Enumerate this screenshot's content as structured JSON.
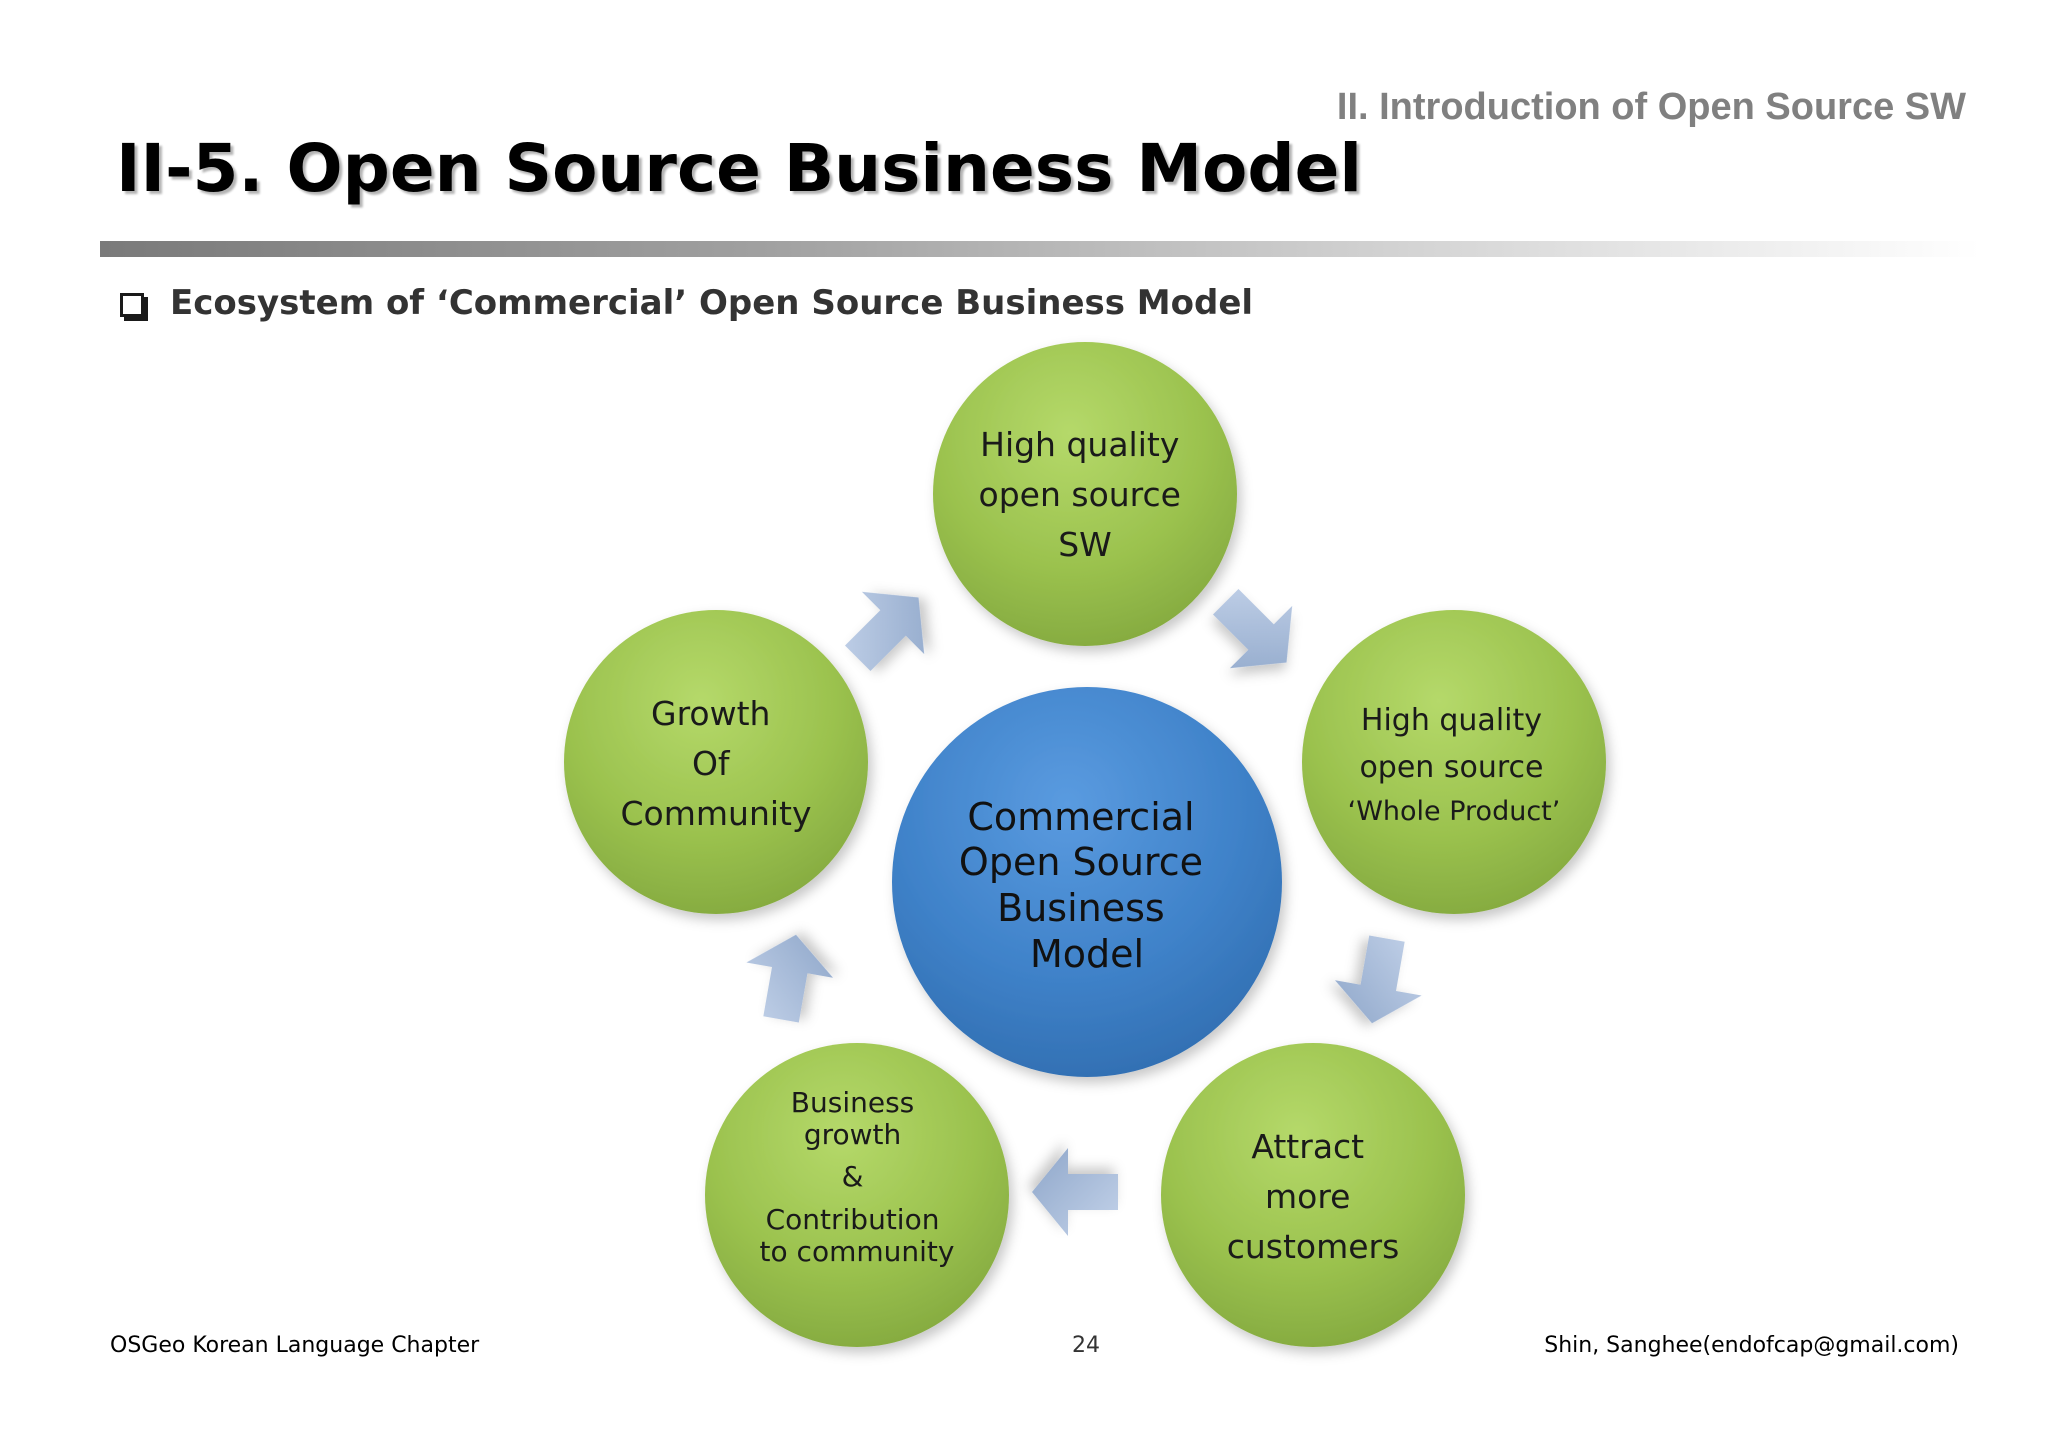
{
  "header": {
    "section_label": "II. Introduction of Open Source SW",
    "title": "II-5. Open Source Business Model"
  },
  "bullet": {
    "text": "Ecosystem of ‘Commercial’ Open Source Business Model"
  },
  "diagram": {
    "center": {
      "lines": [
        "Commercial",
        "Open Source",
        "Business",
        "Model"
      ],
      "color": "#3f82c9"
    },
    "node_color": "#9bc24e",
    "arrow_color": "#a9bcd8",
    "nodes": [
      {
        "id": "top",
        "lines": [
          "High quality",
          "open source",
          "SW"
        ]
      },
      {
        "id": "right",
        "lines": [
          "High quality",
          "open source",
          "‘Whole Product’"
        ]
      },
      {
        "id": "bottom-right",
        "lines": [
          "Attract",
          "more",
          "customers"
        ]
      },
      {
        "id": "bottom-left",
        "lines": [
          "Business",
          "growth",
          "&",
          "Contribution",
          "to community"
        ]
      },
      {
        "id": "left",
        "lines": [
          "Growth",
          "Of",
          "Community"
        ]
      }
    ]
  },
  "footer": {
    "left": "OSGeo Korean Language Chapter",
    "page_number": "24",
    "right": "Shin, Sanghee(endofcap@gmail.com)"
  }
}
